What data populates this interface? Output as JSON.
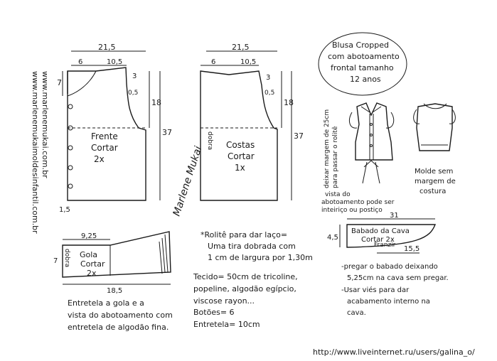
{
  "side_url_1": "www.marlenemukai.com.br",
  "side_url_2": "www.marlenemukaimoldesinfantil.com.br",
  "signature": "Marlene Mukai",
  "front": {
    "title": "Frente",
    "line2": "Cortar",
    "line3": "2x",
    "dims": {
      "total_width": "21,5",
      "shoulder_left": "6",
      "shoulder_mid": "10,5",
      "neck_drop": "3",
      "armhole": "18",
      "length": "37",
      "front_neck": "7",
      "hem_ext": "1,5",
      "side": "0,5"
    }
  },
  "back": {
    "title": "Costas",
    "line2": "Cortar",
    "line3": "1x",
    "fold": "dobra",
    "dims": {
      "total_width": "21,5",
      "shoulder_left": "6",
      "shoulder_mid": "10,5",
      "neck_drop": "3",
      "side": "0,5",
      "armhole": "18",
      "length": "37"
    }
  },
  "collar": {
    "title": "Gola",
    "line2": "Cortar",
    "line3": "2x",
    "fold": "dobra",
    "dims": {
      "top": "9,25",
      "height": "7",
      "bottom": "18,5"
    }
  },
  "collar_note": [
    "Entretela a gola e a",
    "vista do abotoamento com",
    "entretela de algodão fina."
  ],
  "rolite": [
    "*Rolitê para dar laço=",
    "Uma tira dobrada com",
    "1 cm de largura por 1,30m"
  ],
  "materials": [
    "Tecido= 50cm de tricoline,",
    "popeline, algodão egípcio,",
    "viscose rayon...",
    "Botões= 6",
    "Entretela= 10cm"
  ],
  "blouse_title": [
    "Blusa Cropped",
    "com abotoamento",
    "frontal tamanho",
    "12 anos"
  ],
  "margin_note": [
    "deixar margem de 25cm",
    "para passar o rolitê"
  ],
  "button_note": [
    "vista do",
    "abotoamento pode ser",
    "inteiriço ou postiço"
  ],
  "mold_note": [
    "Molde sem",
    "margem de",
    "costura"
  ],
  "ruffle": {
    "title": "Babado da Cava",
    "line2": "Cortar 2x",
    "gather": "Franzir",
    "dims": {
      "width": "31",
      "height": "4,5",
      "gather_len": "15,5"
    }
  },
  "ruffle_notes": [
    "-pregar o babado deixando",
    "5,25cm na cava sem pregar.",
    "-Usar viés para dar",
    "acabamento interno na",
    "cava."
  ],
  "footer_url": "http://www.liveinternet.ru/users/galina_o/"
}
